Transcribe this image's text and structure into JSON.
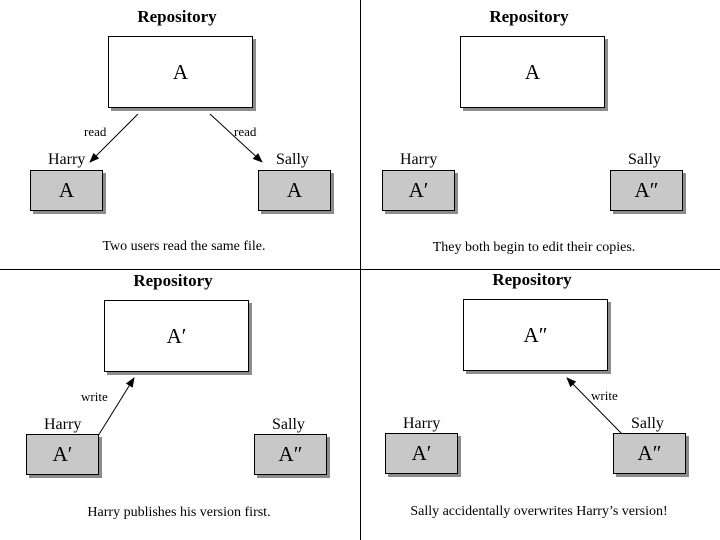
{
  "panels": [
    {
      "heading": "Repository",
      "repo_value": "A",
      "harry_label": "Harry",
      "sally_label": "Sally",
      "harry_value": "A",
      "sally_value": "A",
      "arrow_left_label": "read",
      "arrow_right_label": "read",
      "caption": "Two users read the same file."
    },
    {
      "heading": "Repository",
      "repo_value": "A",
      "harry_label": "Harry",
      "sally_label": "Sally",
      "harry_value": "A′",
      "sally_value": "A″",
      "caption": "They both begin to edit their copies."
    },
    {
      "heading": "Repository",
      "repo_value": "A′",
      "harry_label": "Harry",
      "sally_label": "Sally",
      "harry_value": "A′",
      "sally_value": "A″",
      "arrow_label": "write",
      "caption": "Harry publishes his version first."
    },
    {
      "heading": "Repository",
      "repo_value": "A″",
      "harry_label": "Harry",
      "sally_label": "Sally",
      "harry_value": "A′",
      "sally_value": "A″",
      "arrow_label": "write",
      "caption": "Sally accidentally overwrites Harry’s version!"
    }
  ],
  "colors": {
    "working_copy_fill": "#c8c8c8",
    "shadow": "#8c8c8c",
    "line": "#000000"
  }
}
